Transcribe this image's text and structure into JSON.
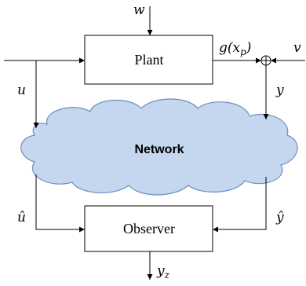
{
  "diagram": {
    "plant_label": "Plant",
    "observer_label": "Observer",
    "network_label": "Network",
    "signals": {
      "w": "w",
      "g_base": "g(x",
      "g_sub": "p",
      "g_close": ")",
      "v": "v",
      "u": "u",
      "y": "y",
      "u_hat": "û",
      "y_hat": "ŷ",
      "yz_base": "y",
      "yz_sub": "z"
    },
    "colors": {
      "cloud_fill": "#c5d7ef",
      "cloud_stroke": "#6f8fbf",
      "line": "#000000"
    }
  }
}
